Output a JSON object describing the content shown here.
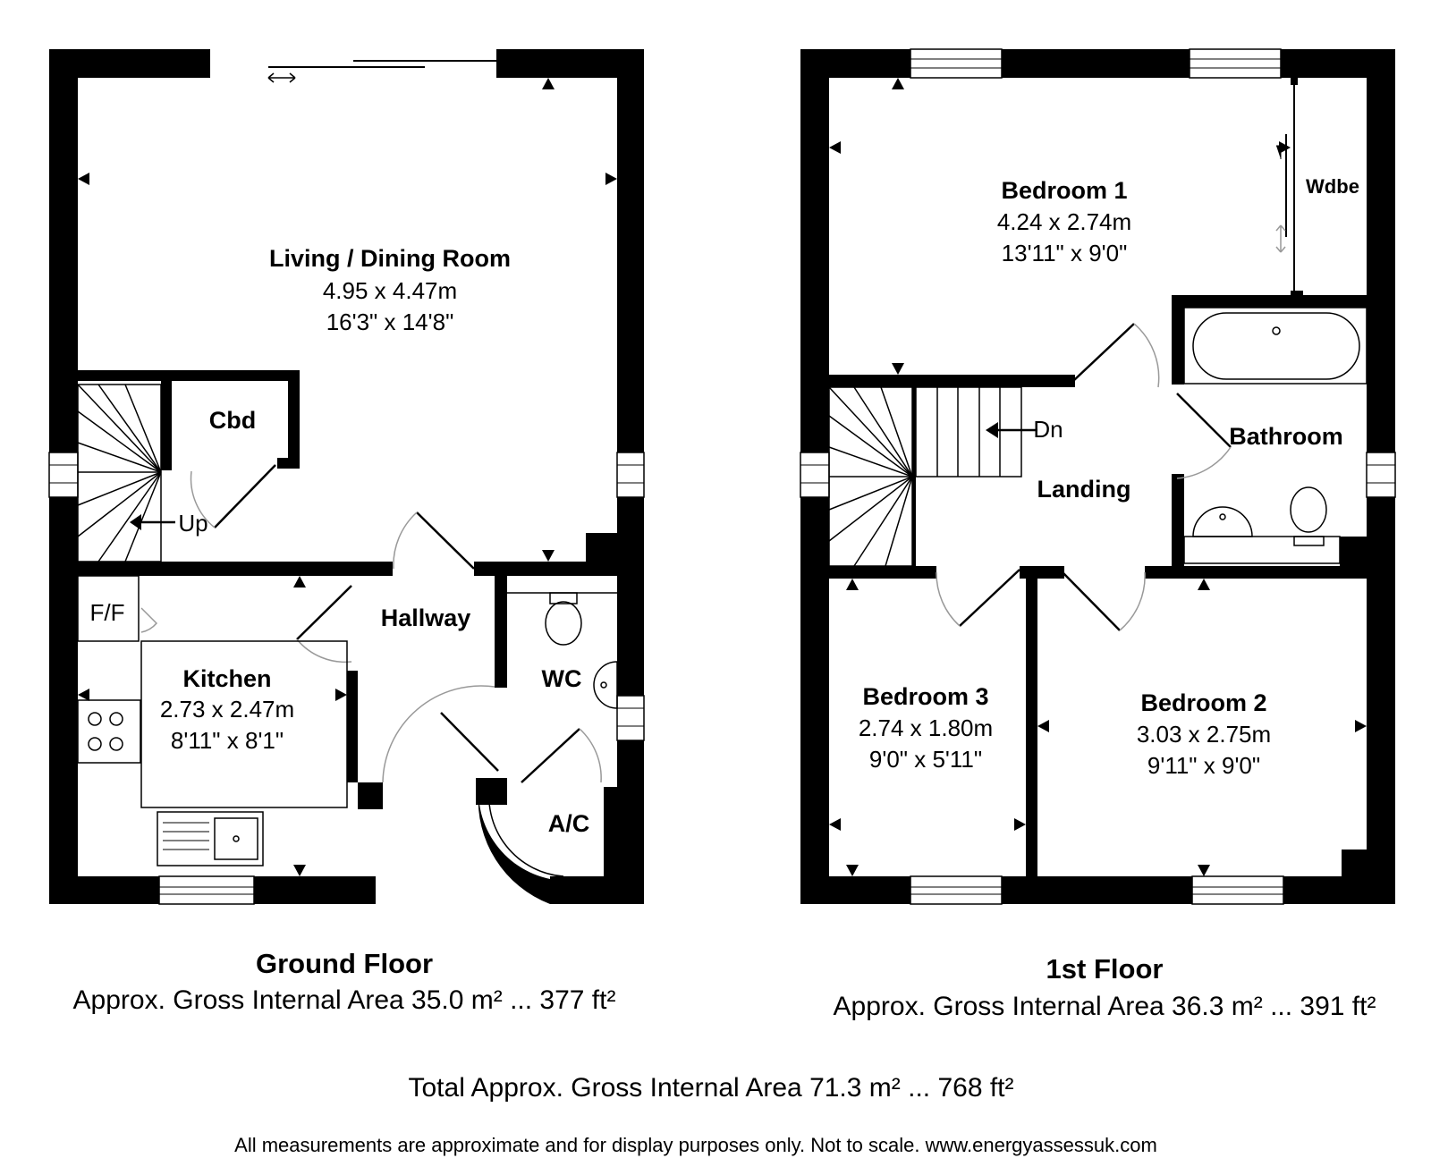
{
  "ground_floor": {
    "title": "Ground Floor",
    "area": "Approx. Gross Internal Area 35.0 m² ... 377 ft²",
    "rooms": {
      "living": {
        "name": "Living / Dining Room",
        "metric": "4.95 x 4.47m",
        "imperial": "16'3\" x 14'8\""
      },
      "kitchen": {
        "name": "Kitchen",
        "metric": "2.73 x 2.47m",
        "imperial": "8'11\" x 8'1\""
      },
      "hallway": {
        "name": "Hallway"
      },
      "cbd": {
        "name": "Cbd"
      },
      "wc": {
        "name": "WC"
      },
      "ac": {
        "name": "A/C"
      },
      "ff": {
        "name": "F/F"
      },
      "stairs_up": {
        "name": "Up"
      }
    }
  },
  "first_floor": {
    "title": "1st Floor",
    "area": "Approx. Gross Internal Area 36.3 m² ... 391 ft²",
    "rooms": {
      "bedroom1": {
        "name": "Bedroom 1",
        "metric": "4.24 x 2.74m",
        "imperial": "13'11\" x 9'0\""
      },
      "bedroom2": {
        "name": "Bedroom 2",
        "metric": "3.03 x 2.75m",
        "imperial": "9'11\" x 9'0\""
      },
      "bedroom3": {
        "name": "Bedroom 3",
        "metric": "2.74 x 1.80m",
        "imperial": "9'0\" x 5'11\""
      },
      "bathroom": {
        "name": "Bathroom"
      },
      "landing": {
        "name": "Landing"
      },
      "wardrobe": {
        "name": "Wdbe"
      },
      "stairs_down": {
        "name": "Dn"
      }
    }
  },
  "total_area": "Total Approx. Gross Internal Area 71.3 m² ... 768 ft²",
  "disclaimer": "All measurements are approximate and for display purposes only. Not to scale. www.energyassessuk.com",
  "colors": {
    "wall": "#000000",
    "door_swing": "#999999",
    "background": "#ffffff"
  }
}
